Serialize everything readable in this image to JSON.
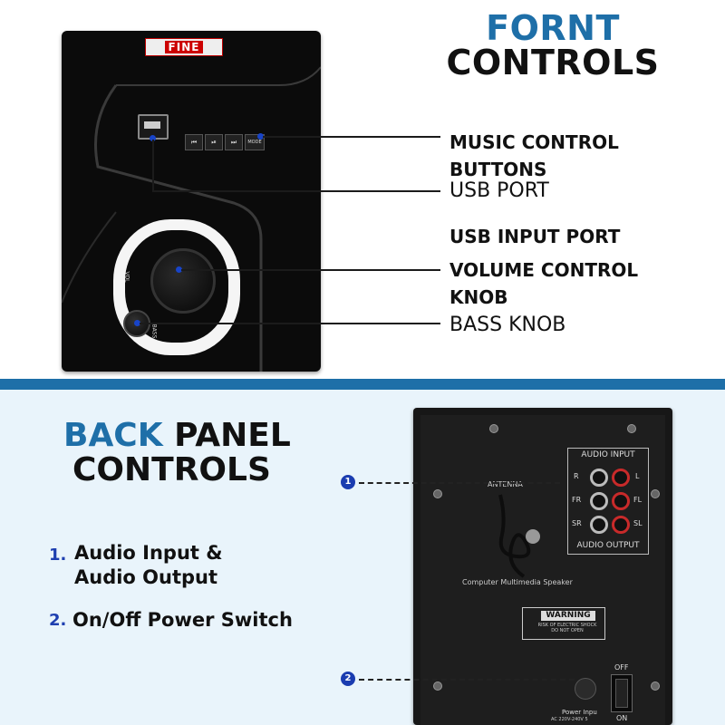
{
  "front": {
    "heading_line1": "FORNT",
    "heading_line2": "CONTROLS",
    "brand": "FINE",
    "labels": {
      "music_line1": "MUSIC CONTROL",
      "music_line2": "BUTTONS",
      "usb_port": "USB PORT",
      "usb_input": "USB INPUT PORT",
      "volume_line1": "VOLUME CONTROL",
      "volume_line2": "KNOB",
      "bass": "BASS KNOB"
    },
    "buttons": [
      "⏮",
      "⏯",
      "⏭",
      "MODE"
    ],
    "vol_text": "VOL",
    "bass_text": "BASS"
  },
  "back": {
    "heading_blue": "BACK",
    "heading_black_1": " PANEL",
    "heading_black_2": "CONTROLS",
    "items": [
      {
        "num": "1.",
        "line1": "Audio Input &",
        "line2": "Audio Output"
      },
      {
        "num": "2.",
        "line1": "On/Off Power Switch"
      }
    ],
    "callouts": [
      "1",
      "2"
    ],
    "audio_input": "AUDIO INPUT",
    "audio_output": "AUDIO OUTPUT",
    "jack_labels_left": [
      "R",
      "FR",
      "SR"
    ],
    "jack_labels_right": [
      "L",
      "FL",
      "SL"
    ],
    "antenna": "ANTENNA",
    "speaker_name": "Computer Multimedia Speaker",
    "warning_title": "WARNING",
    "warning_sub": "RISK OF ELECTRIC SHOCK DO NOT OPEN",
    "off": "OFF",
    "on": "ON",
    "power_input": "Power Inpu",
    "power_rating": "AC 220V-240V 5"
  },
  "colors": {
    "accent_blue": "#1e6fa8",
    "callout_blue": "#1a3cb0",
    "bottom_bg": "#e9f4fb"
  }
}
